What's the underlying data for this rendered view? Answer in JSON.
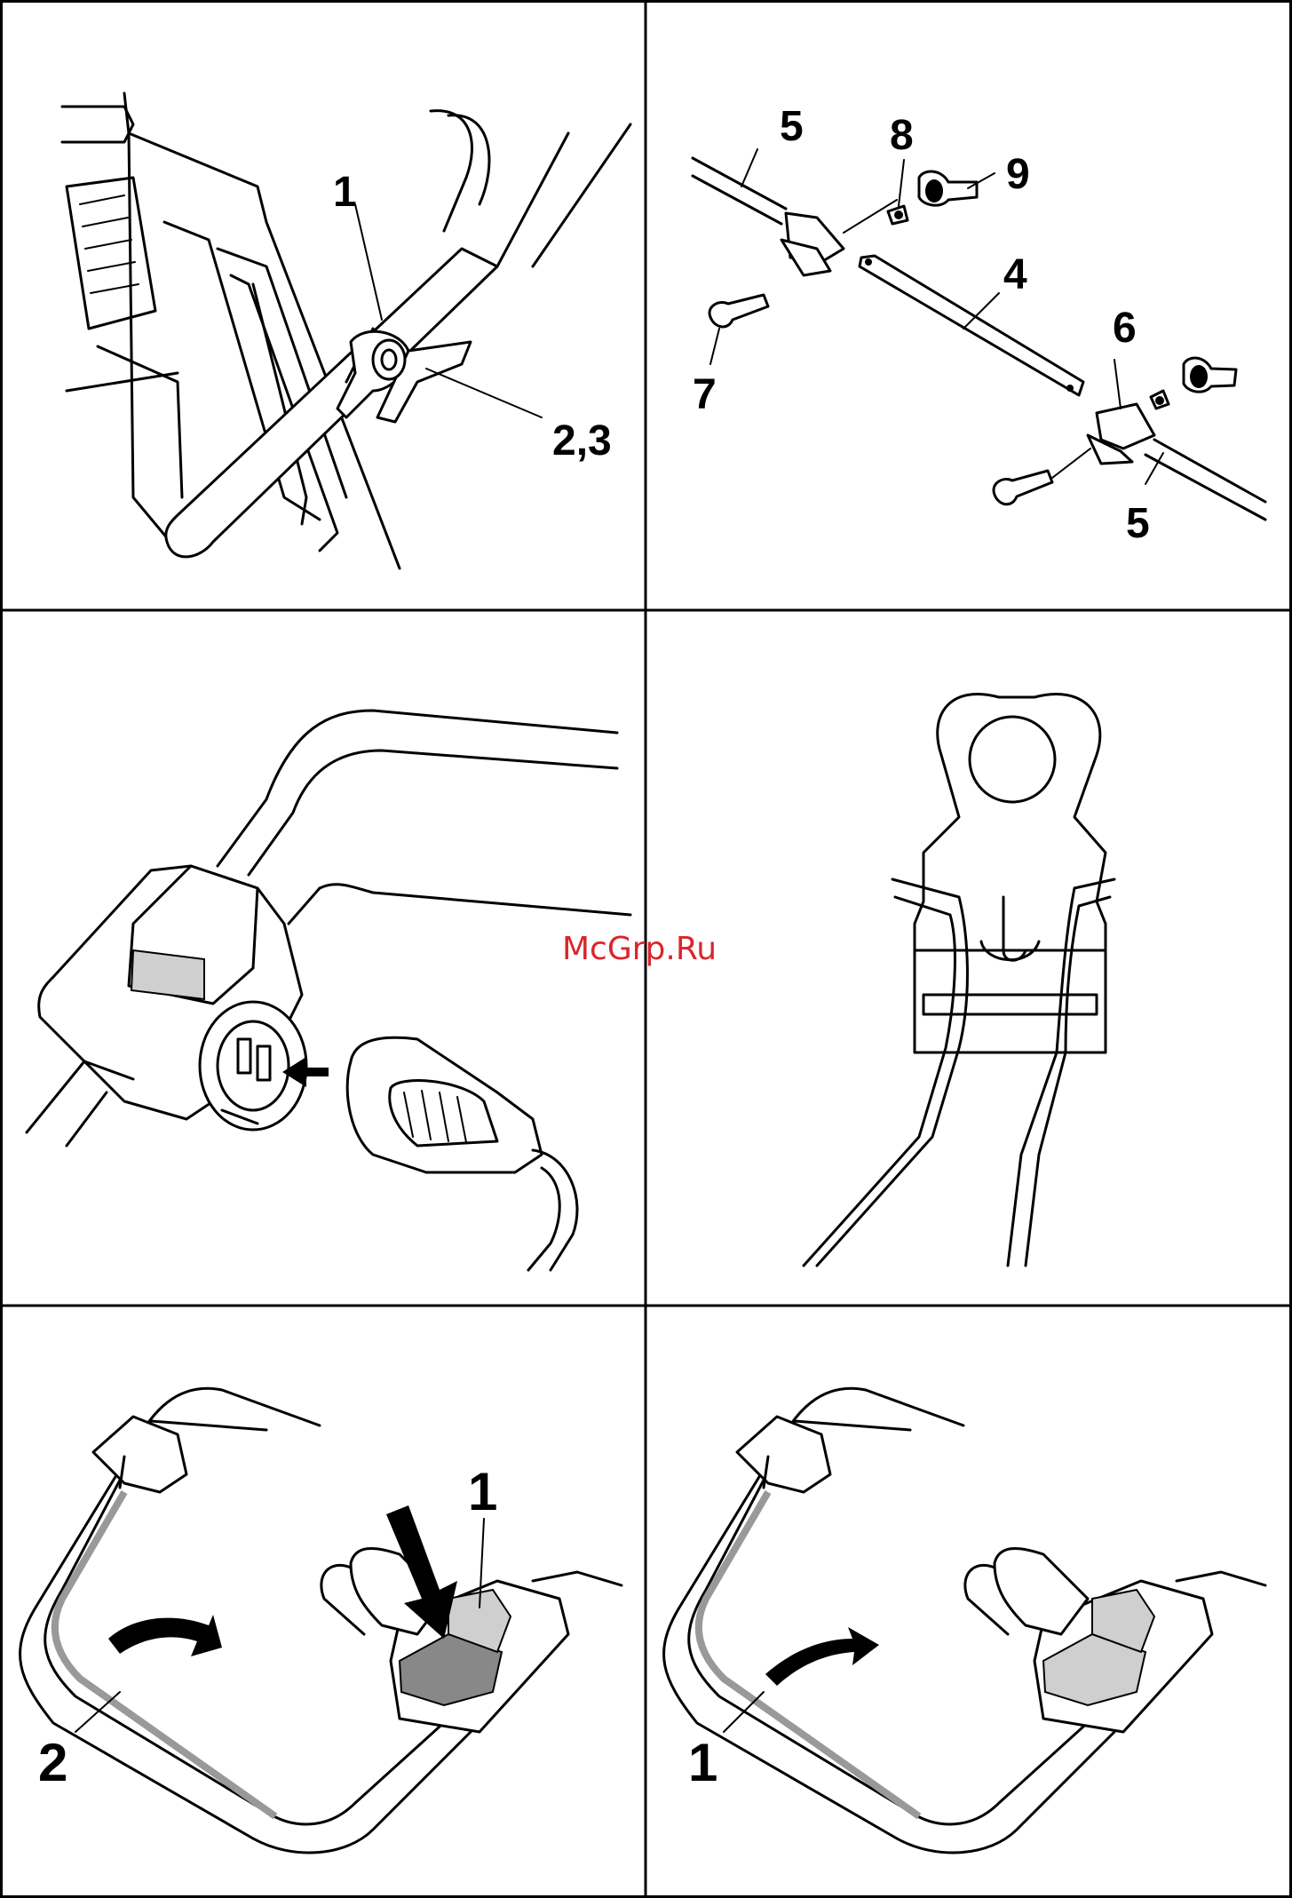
{
  "panels": {
    "top_left": {
      "labels": [
        "1",
        "2,3"
      ]
    },
    "top_right": {
      "labels": [
        "5",
        "8",
        "9",
        "4",
        "6",
        "7",
        "5"
      ]
    },
    "bottom_left": {
      "labels": [
        "1",
        "2"
      ]
    },
    "bottom_right": {
      "labels": [
        "1"
      ]
    }
  },
  "watermark": "McGrp.Ru",
  "colors": {
    "line": "#000000",
    "background": "#ffffff",
    "watermark": "#d9262b"
  }
}
